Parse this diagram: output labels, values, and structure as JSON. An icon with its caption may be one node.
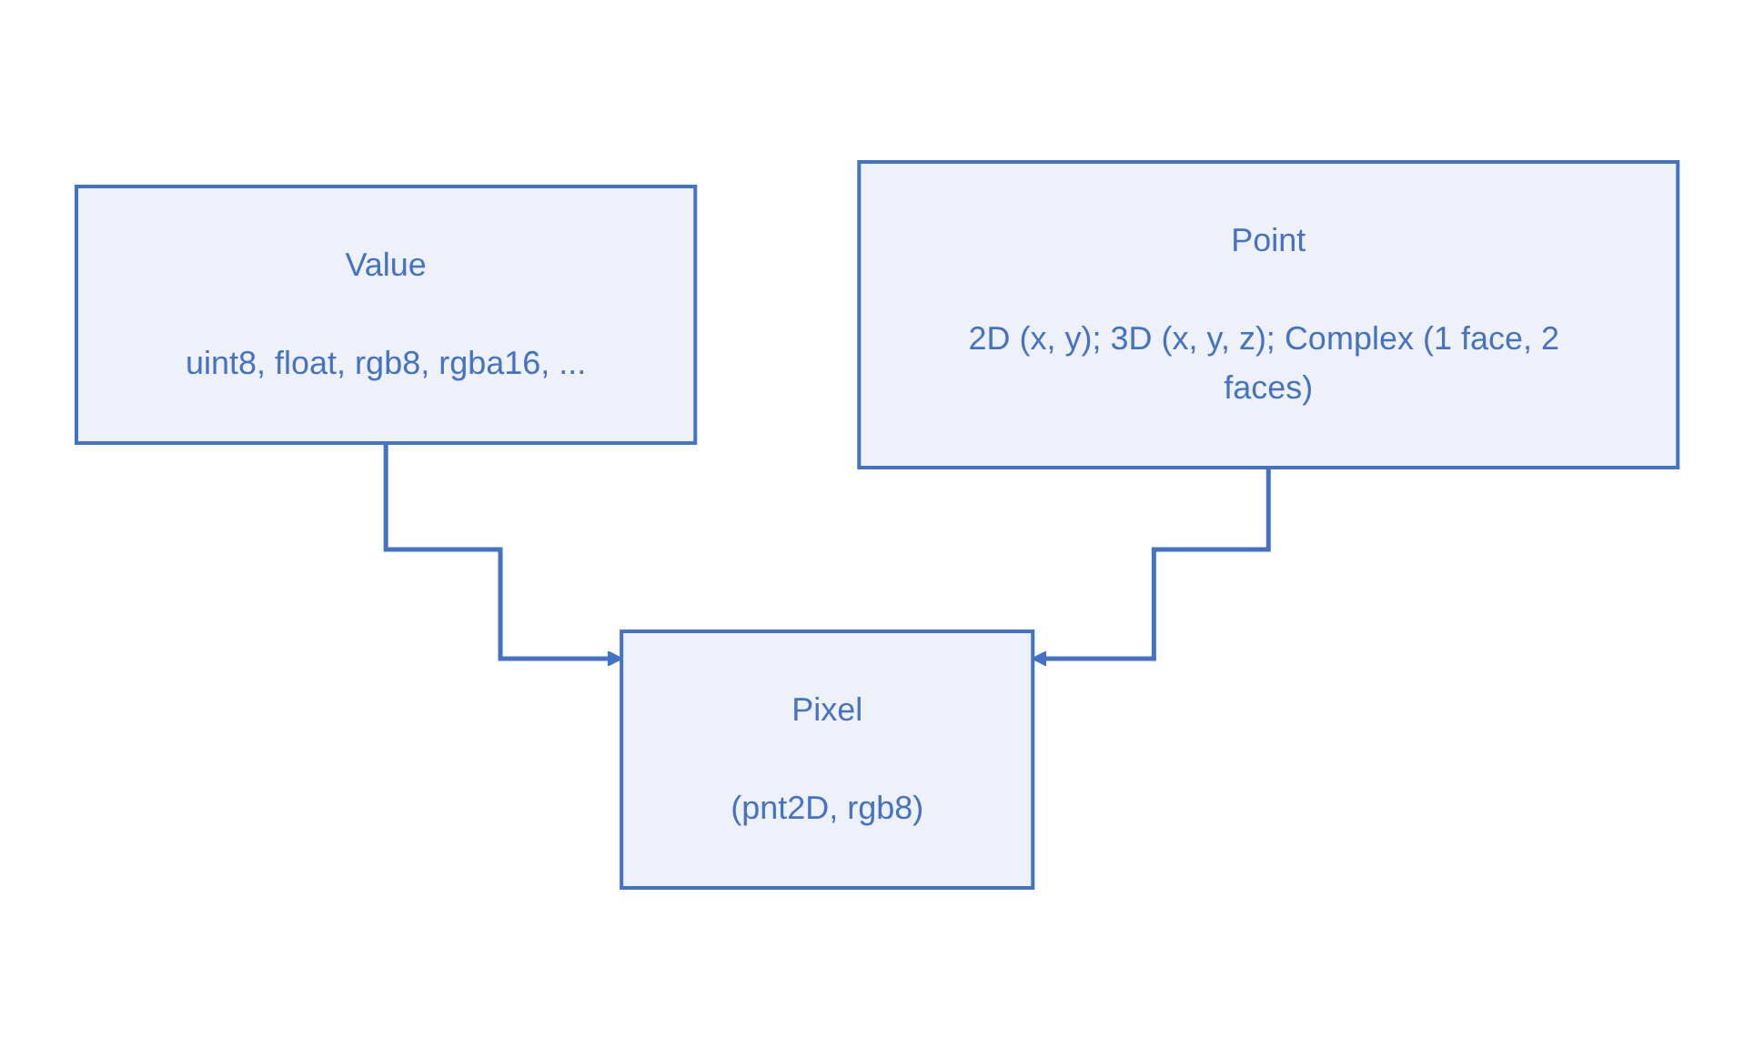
{
  "diagram": {
    "nodes": [
      {
        "text": [
          "Value",
          "uint8, float, rgb8, rgba16, ..."
        ]
      },
      {
        "text": [
          "Point",
          "2D (x, y); 3D (x, y, z); Complex (1 face, 2 faces)"
        ]
      },
      {
        "text": [
          "Pixel",
          "(pnt2D, rgb8)"
        ]
      }
    ],
    "edges": [
      {
        "from": 0,
        "to": 2,
        "arrow": "to"
      },
      {
        "from": 1,
        "to": 2,
        "arrow": "to"
      }
    ]
  }
}
